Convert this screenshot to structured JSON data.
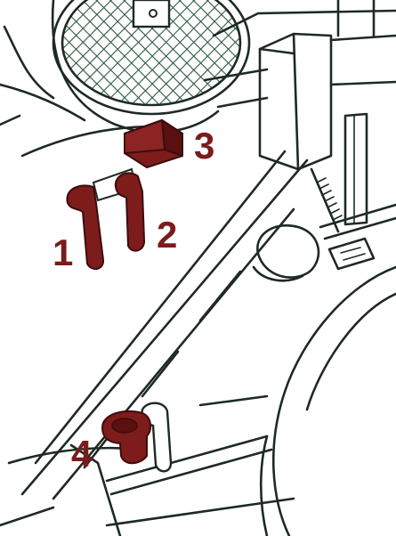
{
  "diagram": {
    "callouts": [
      {
        "id": "1",
        "text": "1"
      },
      {
        "id": "2",
        "text": "2"
      },
      {
        "id": "3",
        "text": "3"
      },
      {
        "id": "4",
        "text": "4"
      }
    ],
    "colors": {
      "line_art": "#1e2a24",
      "highlight_parts": "#7e1c1c",
      "highlight_dark": "#5a1010",
      "callout_text": "#7a1c1c",
      "background": "#ffffff",
      "grille": "#2f5a45"
    }
  }
}
